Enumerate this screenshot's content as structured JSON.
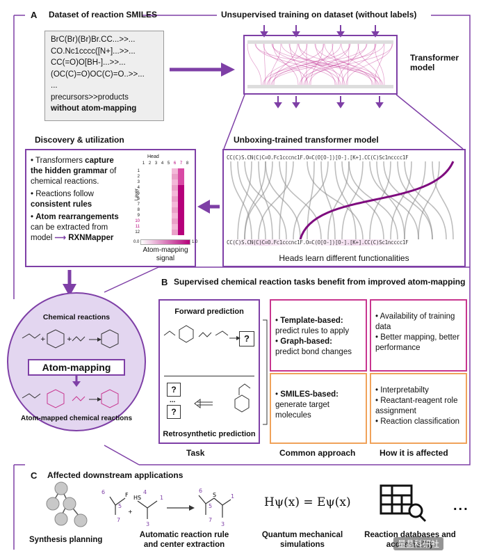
{
  "section_a": {
    "letter": "A",
    "dataset_title": "Dataset of reaction SMILES",
    "smiles_lines": [
      "BrC(Br)(Br)Br.CC...>>...",
      "CO.Nc1cccc([N+]...>>...",
      "CC(=O)O[BH-]...>>...",
      "(OC(C)=O)OC(C)=O..>>...",
      "..."
    ],
    "precursor_line": "precursors>>products",
    "without_mapping": "without atom-mapping",
    "unsupervised_title": "Unsupervised training  on dataset  (without labels)",
    "transformer_label": "Transformer model",
    "unboxing_title": "Unboxing-trained  transformer model",
    "heads_label": "Heads learn different functionalities",
    "token_row": "CC(C)S.CN(C)C=O.Fc1cccnc1F.O=C(O[O-])[O-].[K+].CC(C)Sc1ncccc1F",
    "discovery_title": "Discovery & utilization",
    "discovery_bullets": {
      "b1_pre": "Transformers",
      "b1_bold": "capture the hidden grammar",
      "b1_post": "of chemical reactions.",
      "b2_pre": "Reactions follow",
      "b2_bold": "consistent rules",
      "b3_bold": "Atom rearrangements",
      "b3_post": "can be extracted from",
      "b3_model": "model",
      "b3_tool": "RXNMapper"
    },
    "heatmap": {
      "head_label": "Head",
      "layer_label": "Layer",
      "heads": [
        "1",
        "2",
        "3",
        "4",
        "5",
        "6",
        "7",
        "8"
      ],
      "layers": [
        "1",
        "2",
        "3",
        "4",
        "5",
        "6",
        "7",
        "8",
        "9",
        "10",
        "11",
        "12"
      ],
      "highlight_heads": [
        "6",
        "7"
      ],
      "highlight_layers": [
        "10",
        "11"
      ],
      "scale_min": "0.0",
      "scale_max": "1.0",
      "caption_line1": "Atom-mapping",
      "caption_line2": "signal",
      "low_color": "#f6e4ee",
      "high_color": "#b5007a"
    }
  },
  "section_b": {
    "letter": "B",
    "title": "Supervised chemical reaction tasks benefit from improved atom-mapping",
    "circle_title": "Chemical reactions",
    "atom_mapping_label": "Atom-mapping",
    "circle_bottom": "Atom-mapped chemical reactions",
    "forward_label": "Forward prediction",
    "retro_label": "Retrosynthetic prediction",
    "question_mark": "?",
    "dots": "...",
    "approach_top": {
      "t1_bold": "Template-based:",
      "t1": "predict rules to apply",
      "t2_bold": "Graph-based:",
      "t2": "predict bond changes"
    },
    "approach_bottom": {
      "t1_bold": "SMILES-based:",
      "t1": "generate target molecules"
    },
    "affected_top": [
      "Availability of training data",
      "Better mapping, better performance"
    ],
    "affected_bottom": [
      "Interpretabilty",
      "Reactant-reagent role assignment",
      "Reaction classification"
    ],
    "col_task": "Task",
    "col_approach": "Common approach",
    "col_affected": "How it is affected"
  },
  "section_c": {
    "letter": "C",
    "title": "Affected downstream applications",
    "apps": [
      "Synthesis planning",
      "Automatic reaction rule and center extraction",
      "Quantum mechanical simulations",
      "Reaction databases and accessibility"
    ],
    "equation": "Hψ(x) = Eψ(x)",
    "ellipsis": "...",
    "watermark": "量晶科研社"
  },
  "colors": {
    "purple": "#7e3fa6",
    "magenta": "#b5007a",
    "orange": "#f0a25a",
    "pink": "#c8358f",
    "circle": "#e3d6f0"
  }
}
